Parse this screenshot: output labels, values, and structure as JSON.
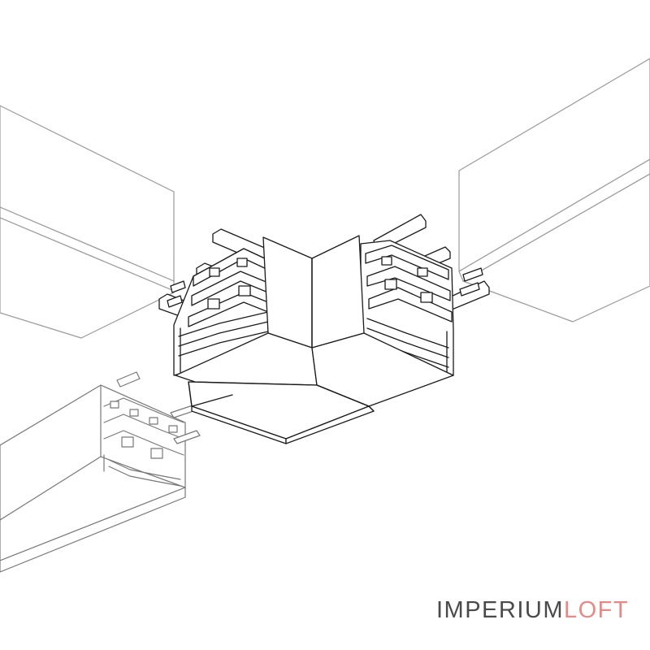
{
  "diagram": {
    "subject": "linear-profile-corner-connector",
    "colors": {
      "drawing_line": "#1a1a1a",
      "ceiling_line": "#9a9a9a",
      "profile_line": "#777777",
      "background": "#ffffff"
    }
  },
  "logo": {
    "part1": "IMPERIUM",
    "part2": "LOFT",
    "color1": "#4a4a4a",
    "color2": "#e58a86"
  }
}
